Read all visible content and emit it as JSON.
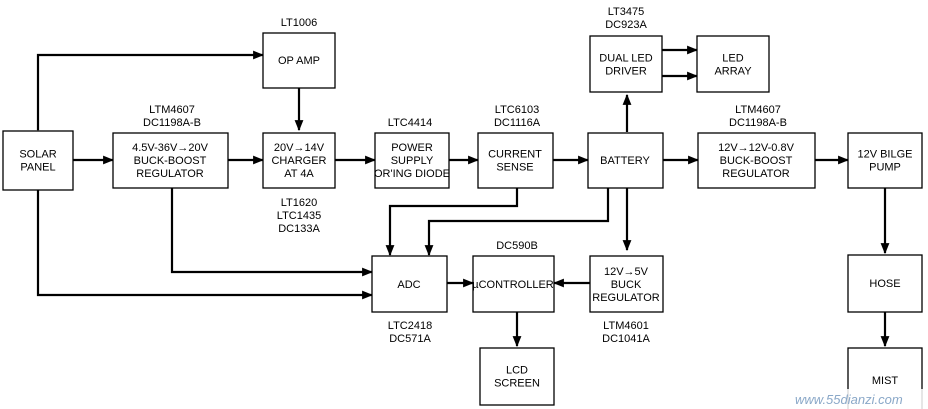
{
  "blocks": {
    "op_amp": [
      "OP AMP"
    ],
    "solar_panel": [
      "SOLAR",
      "PANEL"
    ],
    "buck_boost_1": [
      "4.5V-36V→20V",
      "BUCK-BOOST",
      "REGULATOR"
    ],
    "charger": [
      "20V→14V",
      "CHARGER",
      "AT 4A"
    ],
    "power_supply": [
      "POWER",
      "SUPPLY",
      "OR'ING DIODE"
    ],
    "current_sense": [
      "CURRENT",
      "SENSE"
    ],
    "battery": [
      "BATTERY"
    ],
    "dual_led_driver": [
      "DUAL LED",
      "DRIVER"
    ],
    "led_array": [
      "LED",
      "ARRAY"
    ],
    "buck_boost_2": [
      "12V→12V-0.8V",
      "BUCK-BOOST",
      "REGULATOR"
    ],
    "bilge_pump": [
      "12V BILGE",
      "PUMP"
    ],
    "hose": [
      "HOSE"
    ],
    "mist": [
      "MIST"
    ],
    "adc": [
      "ADC"
    ],
    "controller": [
      "µCONTROLLER"
    ],
    "buck_5v": [
      "12V→5V",
      "BUCK",
      "REGULATOR"
    ],
    "lcd_screen": [
      "LCD",
      "SCREEN"
    ]
  },
  "parts": {
    "op_amp": [
      "LT1006"
    ],
    "buck_boost_1": [
      "LTM4607",
      "DC1198A-B"
    ],
    "charger": [
      "LT1620",
      "LTC1435",
      "DC133A"
    ],
    "power_supply": [
      "LTC4414"
    ],
    "current_sense": [
      "LTC6103",
      "DC1116A"
    ],
    "dual_led_driver": [
      "LT3475",
      "DC923A"
    ],
    "buck_boost_2": [
      "LTM4607",
      "DC1198A-B"
    ],
    "adc": [
      "LTC2418",
      "DC571A"
    ],
    "controller": [
      "DC590B"
    ],
    "buck_5v": [
      "LTM4601",
      "DC1041A"
    ]
  },
  "watermark": "www.55dianzi.com"
}
